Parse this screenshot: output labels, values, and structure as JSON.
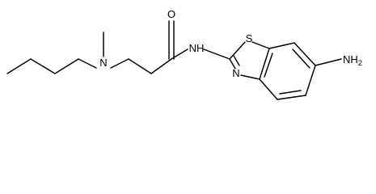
{
  "molecule": {
    "atom_labels": {
      "amide_o": "O",
      "amide_nh": "NH",
      "ring_s": "S",
      "ring_n": "N",
      "amine_n": "N",
      "amino_nh": "NH",
      "amino_h_count": "2"
    }
  }
}
